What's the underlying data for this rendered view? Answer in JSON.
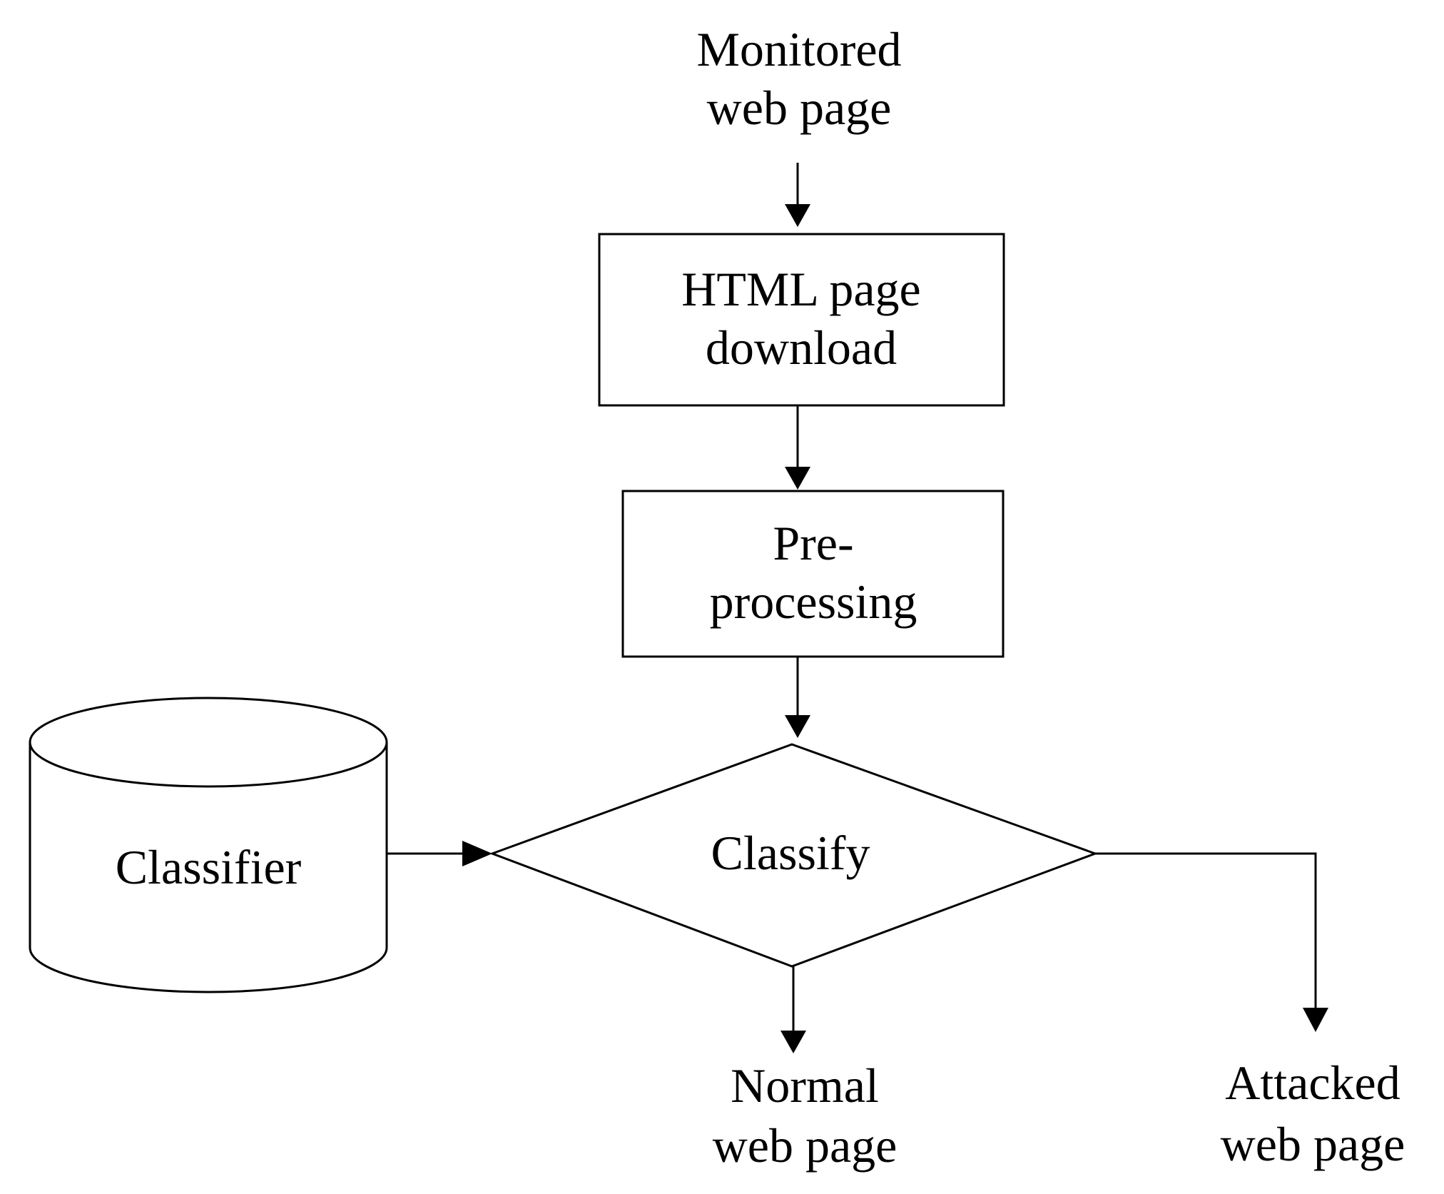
{
  "nodes": {
    "monitored": {
      "line1": "Monitored",
      "line2": "web page"
    },
    "download": {
      "line1": "HTML  page",
      "line2": "download"
    },
    "preprocessing": {
      "line1": "Pre-",
      "line2": "processing"
    },
    "classifier": {
      "label": "Classifier"
    },
    "classify": {
      "label": "Classify"
    },
    "normal": {
      "line1": "Normal",
      "line2": "web page"
    },
    "attacked": {
      "line1": "Attacked",
      "line2": "web page"
    }
  },
  "edges": [
    {
      "from": "monitored",
      "to": "download"
    },
    {
      "from": "download",
      "to": "preprocessing"
    },
    {
      "from": "preprocessing",
      "to": "classify"
    },
    {
      "from": "classifier",
      "to": "classify"
    },
    {
      "from": "classify",
      "to": "normal"
    },
    {
      "from": "classify",
      "to": "attacked"
    }
  ]
}
